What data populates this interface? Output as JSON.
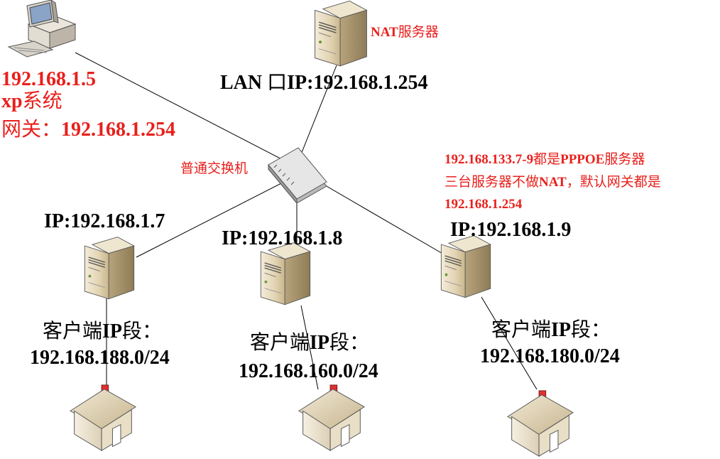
{
  "nodes": {
    "xp_pc": {
      "ip": "192.168.1.5",
      "os_prefix": "xp",
      "os_suffix": "系统",
      "gateway_prefix": "网关：",
      "gateway_value": "192.168.1.254"
    },
    "nat_server": {
      "name_en": "NAT",
      "name_cn": "服务器",
      "lan_prefix": "LAN ",
      "lan_cn": "口",
      "lan_suffix": "IP:192.168.1.254"
    },
    "switch": {
      "label": "普通交换机"
    },
    "pppoe_note": {
      "line1_en": "192.168.133.7-9",
      "line1_cn": "都是",
      "line1_en2": "PPPOE",
      "line1_cn2": "服务器",
      "line2_cn": "三台服务器不做",
      "line2_en": "NAT",
      "line2_cn2": "，默认网关都是",
      "line3": "192.168.1.254"
    },
    "server_7": {
      "ip": "IP:192.168.1.7",
      "client_prefix": "客户端",
      "client_mid": "IP",
      "client_suffix": "段：",
      "client_range": "192.168.188.0/24"
    },
    "server_8": {
      "ip": "IP:192.168.1.8",
      "client_prefix": "客户端",
      "client_mid": "IP",
      "client_suffix": "段：",
      "client_range": "192.168.160.0/24"
    },
    "server_9": {
      "ip": "IP:192.168.1.9",
      "client_prefix": "客户端",
      "client_mid": "IP",
      "client_suffix": "段：",
      "client_range": "192.168.180.0/24"
    }
  },
  "colors": {
    "annotation_red": "#e8201c",
    "server_body": "#d9c9a8",
    "house_wall": "#ece4d2",
    "house_roof": "#d8c8a4",
    "chimney": "#e03030",
    "link_line": "#000000"
  }
}
